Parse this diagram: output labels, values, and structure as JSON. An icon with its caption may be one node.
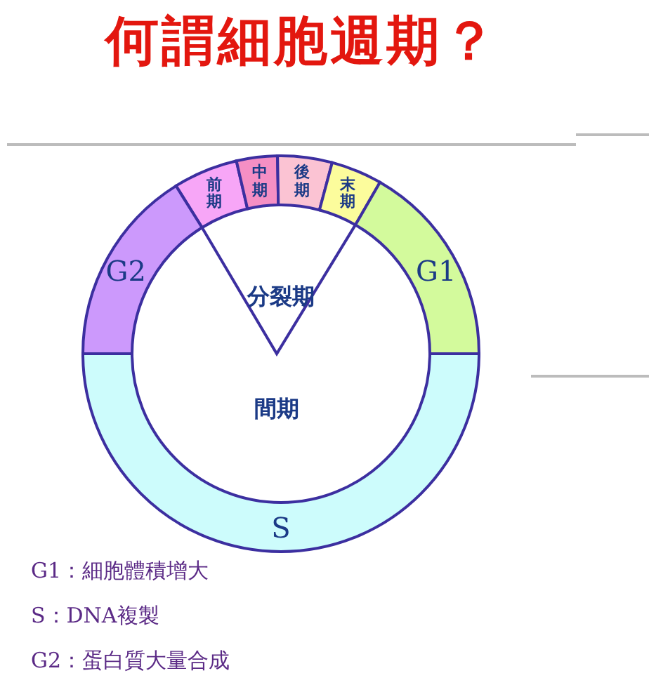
{
  "diagram": {
    "title": "何謂細胞週期？",
    "nodes": [
      {
        "text": [
          "前期"
        ]
      },
      {
        "text": [
          "中期"
        ]
      },
      {
        "text": [
          "後期"
        ]
      },
      {
        "text": [
          "末期"
        ]
      },
      {
        "text": [
          "G1"
        ]
      },
      {
        "text": [
          "S"
        ]
      },
      {
        "text": [
          "G2"
        ]
      }
    ],
    "labels": [
      "分裂期",
      "間期",
      "G1：細胞體積增大",
      "S：DNA複製",
      "G2：蛋白質大量合成"
    ]
  }
}
